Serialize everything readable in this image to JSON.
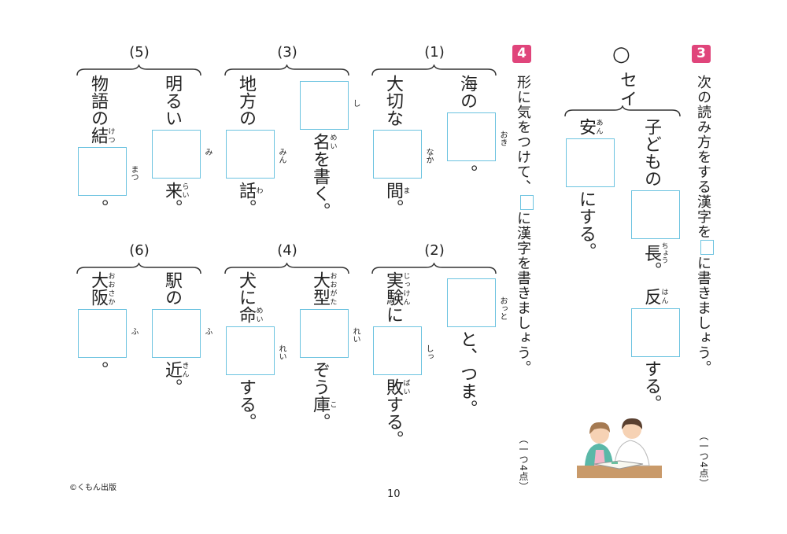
{
  "colors": {
    "badge": "#e0457b",
    "box_border": "#6cc3e0",
    "text": "#222222"
  },
  "section3": {
    "badge": "3",
    "instruction_before": "次の読み方をする漢字を",
    "instruction_after": "に書きましょう。",
    "score": "（一つ4点）",
    "reading_mark": "○",
    "reading": "セイ",
    "columns": [
      [
        {
          "t": "子どもの"
        },
        {
          "box": true
        },
        {
          "t": "長",
          "rt": "ちょう"
        },
        {
          "t": "。　"
        },
        {
          "t": "反",
          "rt": "はん"
        },
        {
          "box": true
        },
        {
          "t": "する。"
        }
      ],
      [
        {
          "t": "安",
          "rt": "あん"
        },
        {
          "box": true
        },
        {
          "t": "にする。"
        }
      ]
    ]
  },
  "section4": {
    "badge": "4",
    "instruction_before": "形に気をつけて、",
    "instruction_after": "に漢字を書きましょう。",
    "score": "（一つ4点）",
    "items": [
      {
        "label": "(1)",
        "right": [
          {
            "t": "海の"
          },
          {
            "box": true,
            "rt": "おき"
          },
          {
            "t": "。"
          }
        ],
        "left": [
          {
            "t": "大切な"
          },
          {
            "box": true,
            "rt": "なか"
          },
          {
            "t": "間",
            "rt": "ま"
          },
          {
            "t": "。"
          }
        ]
      },
      {
        "label": "(2)",
        "right": [
          {
            "box": true,
            "rt": "おっと"
          },
          {
            "t": "と、つま。"
          }
        ],
        "left": [
          {
            "t": "実験",
            "rt": "じっけん"
          },
          {
            "t": "に"
          },
          {
            "box": true,
            "rt": "しっ"
          },
          {
            "t": "敗",
            "rt": "ばい"
          },
          {
            "t": "する。"
          }
        ]
      },
      {
        "label": "(3)",
        "right": [
          {
            "box": true,
            "rt": "し"
          },
          {
            "t": "名",
            "rt": "めい"
          },
          {
            "t": "を書く。"
          }
        ],
        "left": [
          {
            "t": "地方の"
          },
          {
            "box": true,
            "rt": "みん"
          },
          {
            "t": "話",
            "rt": "わ"
          },
          {
            "t": "。"
          }
        ]
      },
      {
        "label": "(4)",
        "right": [
          {
            "t": "大型",
            "rt": "おおがた"
          },
          {
            "box": true,
            "rt": "れい"
          },
          {
            "t": "ぞう"
          },
          {
            "t": "庫",
            "rt": "こ"
          },
          {
            "t": "。"
          }
        ],
        "left": [
          {
            "t": "犬に"
          },
          {
            "t": "命",
            "rt": "めい"
          },
          {
            "box": true,
            "rt": "れい"
          },
          {
            "t": "する。"
          }
        ]
      },
      {
        "label": "(5)",
        "right": [
          {
            "t": "明るい"
          },
          {
            "box": true,
            "rt": "み"
          },
          {
            "t": "来",
            "rt": "らい"
          },
          {
            "t": "。"
          }
        ],
        "left": [
          {
            "t": "物語の"
          },
          {
            "t": "結",
            "rt": "けつ"
          },
          {
            "box": true,
            "rt": "まつ"
          },
          {
            "t": "。"
          }
        ]
      },
      {
        "label": "(6)",
        "right": [
          {
            "t": "駅の"
          },
          {
            "box": true,
            "rt": "ふ"
          },
          {
            "t": "近",
            "rt": "きん"
          },
          {
            "t": "。"
          }
        ],
        "left": [
          {
            "t": "大阪",
            "rt": "おおさか"
          },
          {
            "box": true,
            "rt": "ふ"
          },
          {
            "t": "。"
          }
        ]
      }
    ]
  },
  "footer": {
    "copyright": "©くもん出版",
    "page_number": "10"
  }
}
